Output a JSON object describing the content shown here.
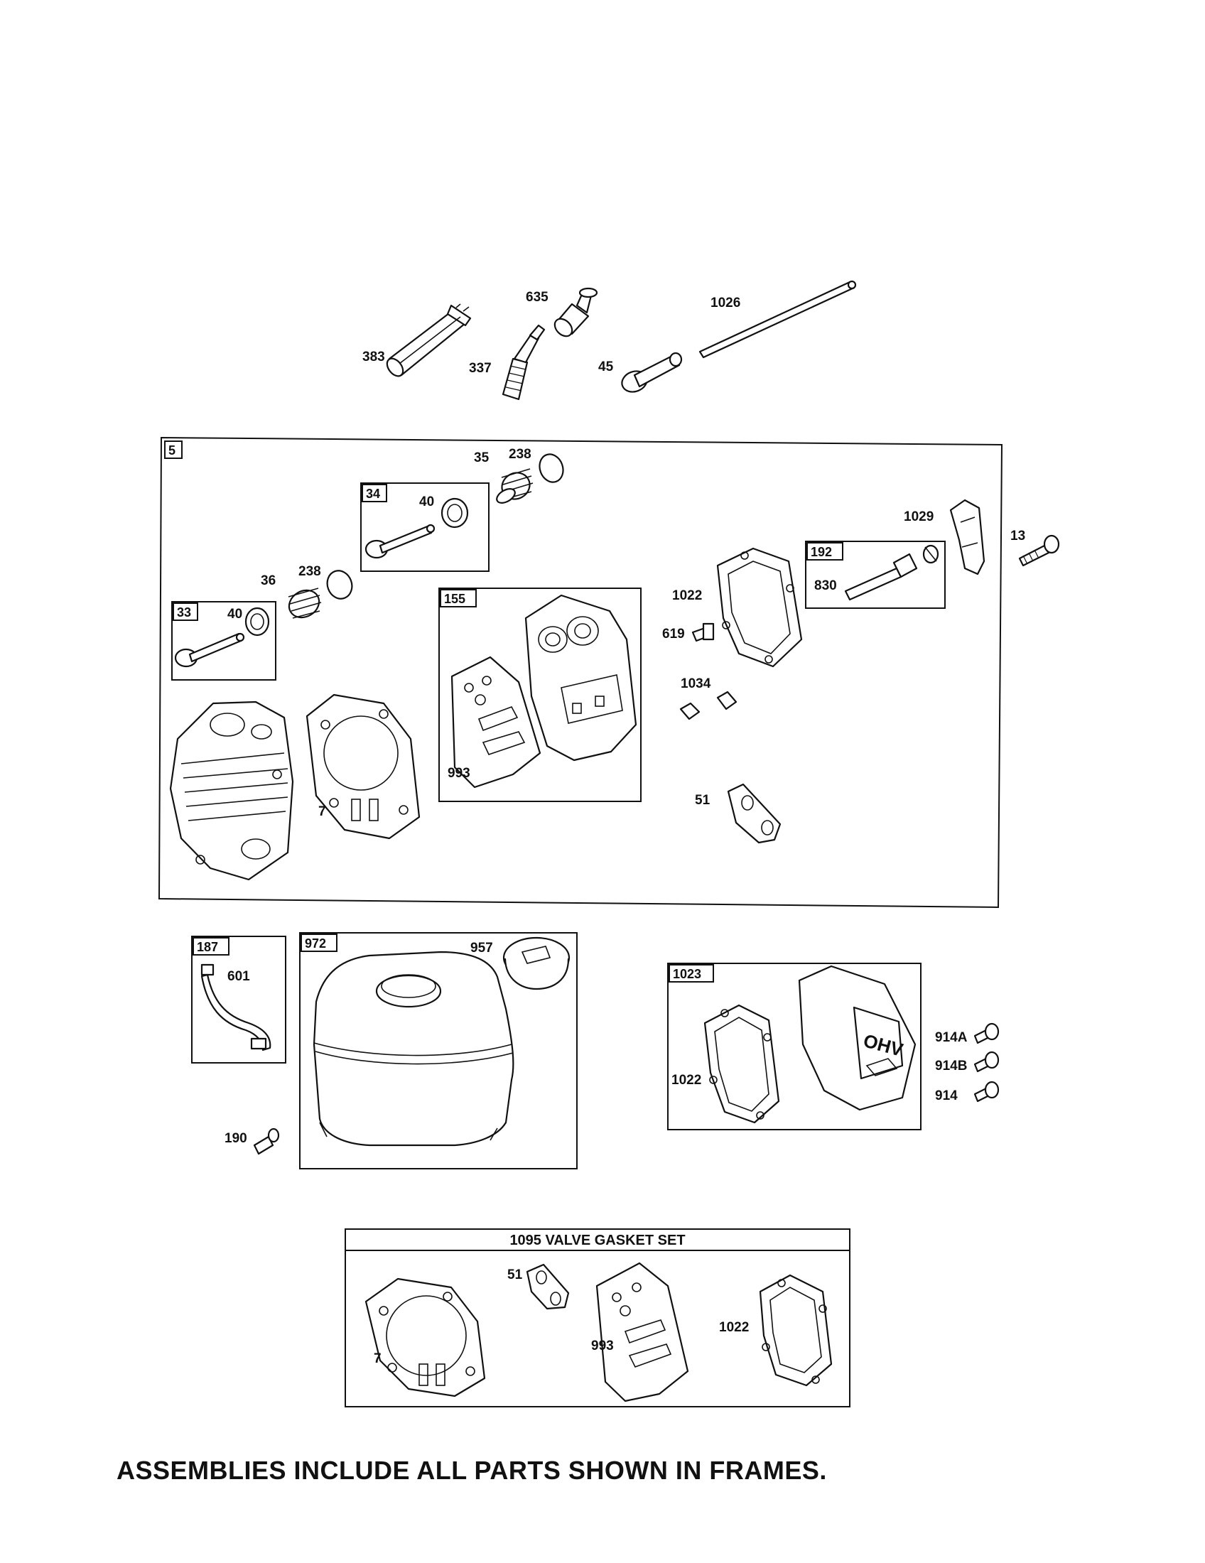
{
  "labels": {
    "l383": "383",
    "l337": "337",
    "l635": "635",
    "l45": "45",
    "l1026": "1026",
    "l35": "35",
    "l238a": "238",
    "l238b": "238",
    "l36": "36",
    "l40a": "40",
    "l40b": "40",
    "l1029": "1029",
    "l13": "13",
    "l1022a": "1022",
    "l619": "619",
    "l1034": "1034",
    "l830": "830",
    "l51a": "51",
    "l993a": "993",
    "l7a": "7",
    "l601": "601",
    "l190": "190",
    "l957": "957",
    "l914a": "914A",
    "l914b": "914B",
    "l914": "914",
    "l1022b": "1022",
    "l51b": "51",
    "l993b": "993",
    "l7b": "7",
    "l1022c": "1022"
  },
  "frames": {
    "f5": "5",
    "f34": "34",
    "f33": "33",
    "f155": "155",
    "f192": "192",
    "f187": "187",
    "f972": "972",
    "f1023": "1023",
    "gasket_set": "1095 VALVE GASKET SET"
  },
  "logo": "OHV",
  "footer": "ASSEMBLIES INCLUDE ALL PARTS SHOWN IN FRAMES."
}
